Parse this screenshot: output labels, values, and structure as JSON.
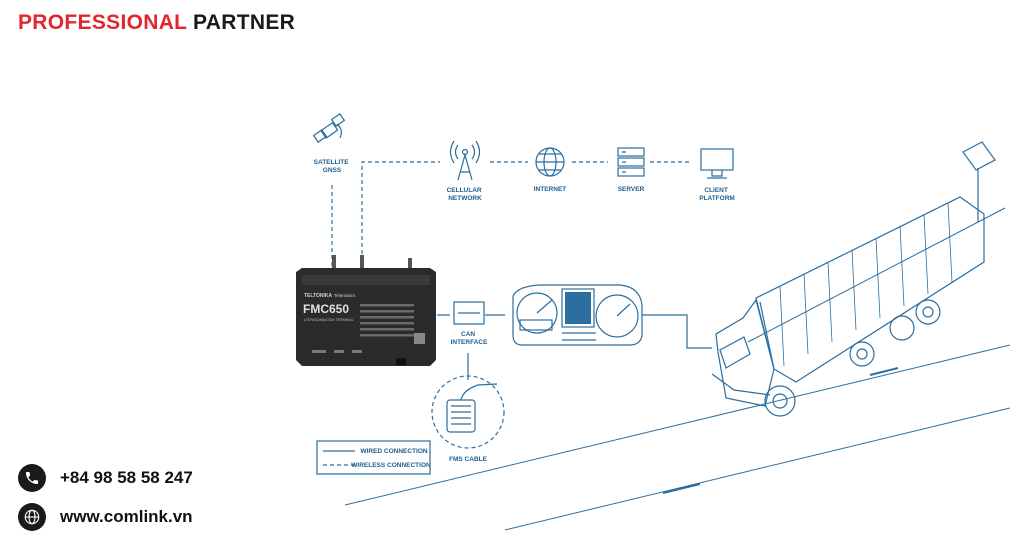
{
  "header": {
    "brand_red": "PROFESSIONAL",
    "brand_dark": "PARTNER"
  },
  "diagram": {
    "satellite": [
      "SATELLITE",
      "GNSS"
    ],
    "cellular": [
      "CELLULAR",
      "NETWORK"
    ],
    "internet": "INTERNET",
    "server": "SERVER",
    "client": [
      "CLIENT",
      "PLATFORM"
    ],
    "can": [
      "CAN",
      "INTERFACE"
    ],
    "fms": "FMS CABLE",
    "device_model": "FMC650",
    "device_brand": "TELTONIKA",
    "device_brand2": "Telematics",
    "device_sub": "LTE/WCDMA/GSM TERMINAL",
    "legend_wired": "WIRED CONNECTION",
    "legend_wireless": "WIRELESS CONNECTION"
  },
  "contact": {
    "phone": "+84 98 58 58 247",
    "website": "www.comlink.vn"
  },
  "colors": {
    "accent_red": "#e3262e",
    "diagram_blue": "#1c5f8f"
  }
}
